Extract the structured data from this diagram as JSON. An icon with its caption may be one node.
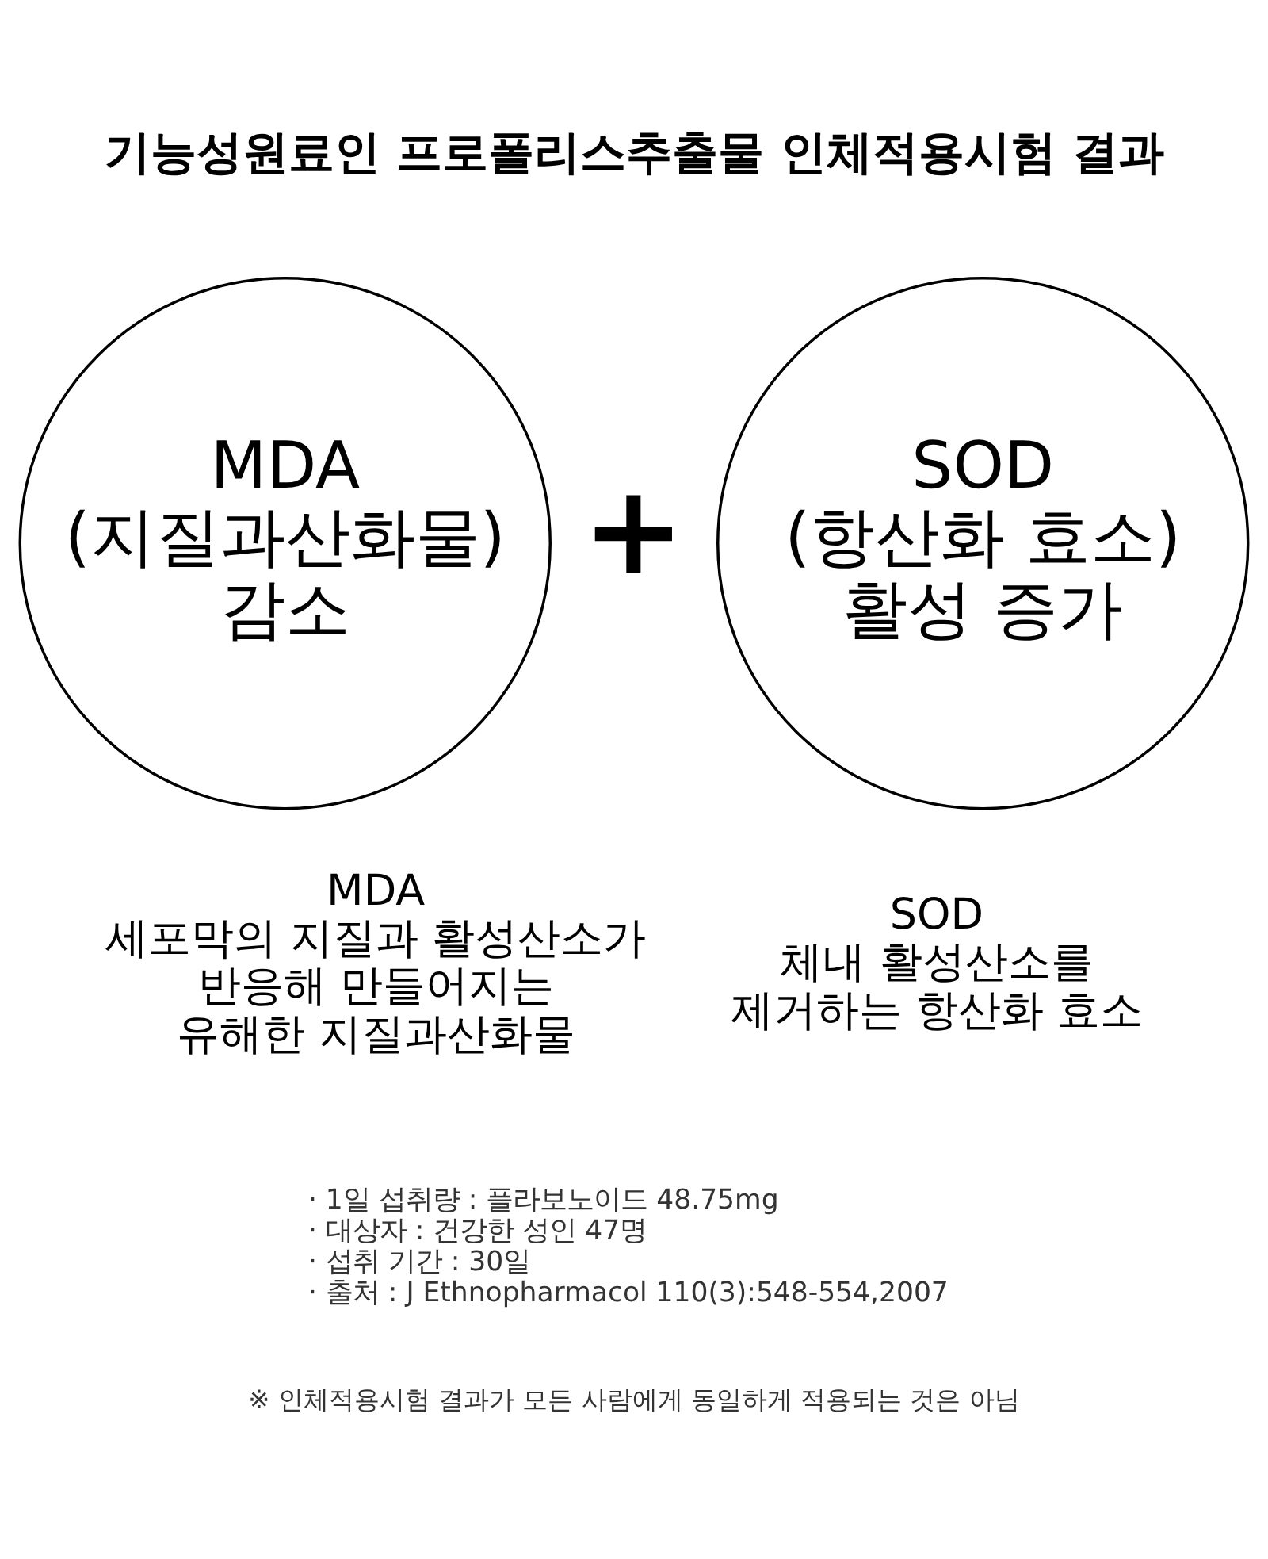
{
  "diagram": {
    "title": "기능성원료인 프로폴리스추출물 인체적용시험 결과",
    "nodes": [
      {
        "text": [
          "MDA",
          "(지질과산화물)",
          "감소"
        ],
        "beside": [
          "MDA",
          "세포막의 지질과 활성산소가 반응해 만들어지는 유해한 지질과산화물"
        ]
      },
      {
        "text": [
          "SOD",
          "(항산화 효소)",
          "활성 증가"
        ],
        "beside": [
          "SOD",
          "체내 활성산소를 제거하는 항산화 효소"
        ]
      }
    ],
    "labels": [
      "+",
      "· 1일 섭취량 : 플라보노이드 48.75mg",
      "· 대상자 : 건강한 성인 47명",
      "· 섭취 기간 : 30일",
      "· 출처 : J Ethnopharmacol 110(3):548-554,2007",
      "※ 인체적용시험 결과가 모든 사람에게 동일하게 적용되는 것은 아님"
    ]
  }
}
